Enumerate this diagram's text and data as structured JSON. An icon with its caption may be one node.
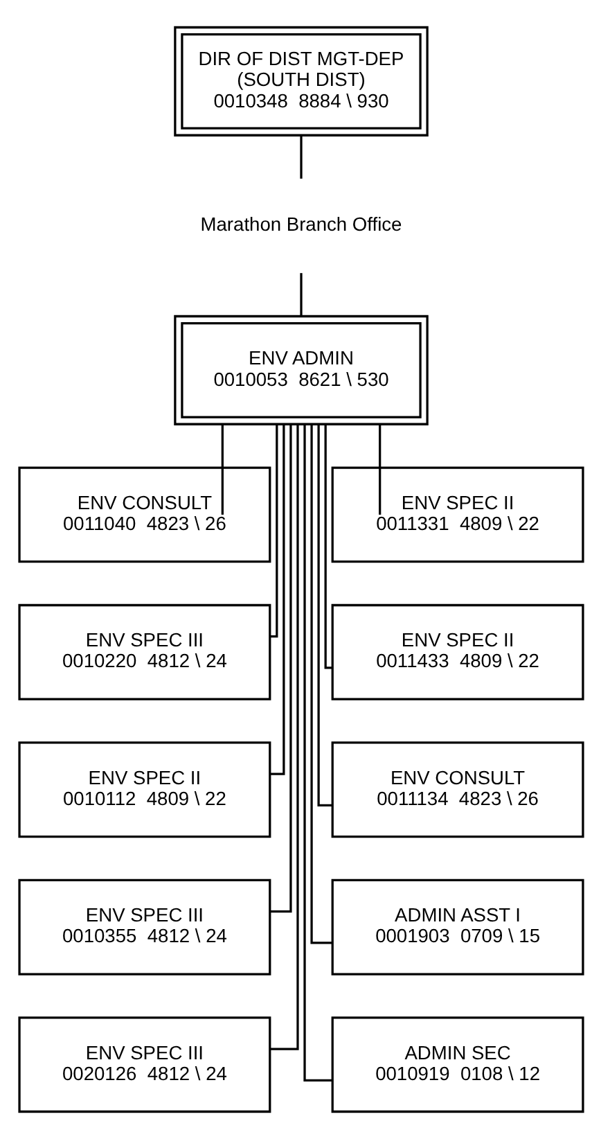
{
  "diagram": {
    "nodes": [
      {
        "text": [
          "DIR OF DIST MGT-DEP (SOUTH DIST) 0010348  8884 \\ 930"
        ]
      },
      {
        "text": [
          "Marathon Branch Office"
        ]
      },
      {
        "text": [
          "ENV ADMIN 0010053  8621 \\ 530"
        ]
      },
      {
        "text": [
          "ENV CONSULT 0011040  4823 \\ 26"
        ]
      },
      {
        "text": [
          "ENV SPEC II 0011331  4809 \\ 22"
        ]
      },
      {
        "text": [
          "ENV SPEC III 0010220  4812 \\ 24"
        ]
      },
      {
        "text": [
          "ENV SPEC II 0011433  4809 \\ 22"
        ]
      },
      {
        "text": [
          "ENV SPEC II 0010112  4809 \\ 22"
        ]
      },
      {
        "text": [
          "ENV CONSULT 0011134  4823 \\ 26"
        ]
      },
      {
        "text": [
          "ENV SPEC III 0010355  4812 \\ 24"
        ]
      },
      {
        "text": [
          "ADMIN ASST I 0001903  0709 \\ 15"
        ]
      },
      {
        "text": [
          "ENV SPEC III 0020126  4812 \\ 24"
        ]
      },
      {
        "text": [
          "ADMIN SEC 0010919  0108 \\ 12"
        ]
      }
    ],
    "edges": [
      {
        "from": 0,
        "to": 1,
        "arrow": "none"
      },
      {
        "from": 1,
        "to": 2,
        "arrow": "none"
      },
      {
        "from": 2,
        "to": 3,
        "arrow": "none"
      },
      {
        "from": 2,
        "to": 4,
        "arrow": "none"
      },
      {
        "from": 2,
        "to": 5,
        "arrow": "none"
      },
      {
        "from": 2,
        "to": 6,
        "arrow": "none"
      },
      {
        "from": 2,
        "to": 7,
        "arrow": "none"
      },
      {
        "from": 2,
        "to": 8,
        "arrow": "none"
      },
      {
        "from": 2,
        "to": 9,
        "arrow": "none"
      },
      {
        "from": 2,
        "to": 10,
        "arrow": "none"
      },
      {
        "from": 2,
        "to": 11,
        "arrow": "none"
      },
      {
        "from": 2,
        "to": 12,
        "arrow": "none"
      }
    ]
  }
}
